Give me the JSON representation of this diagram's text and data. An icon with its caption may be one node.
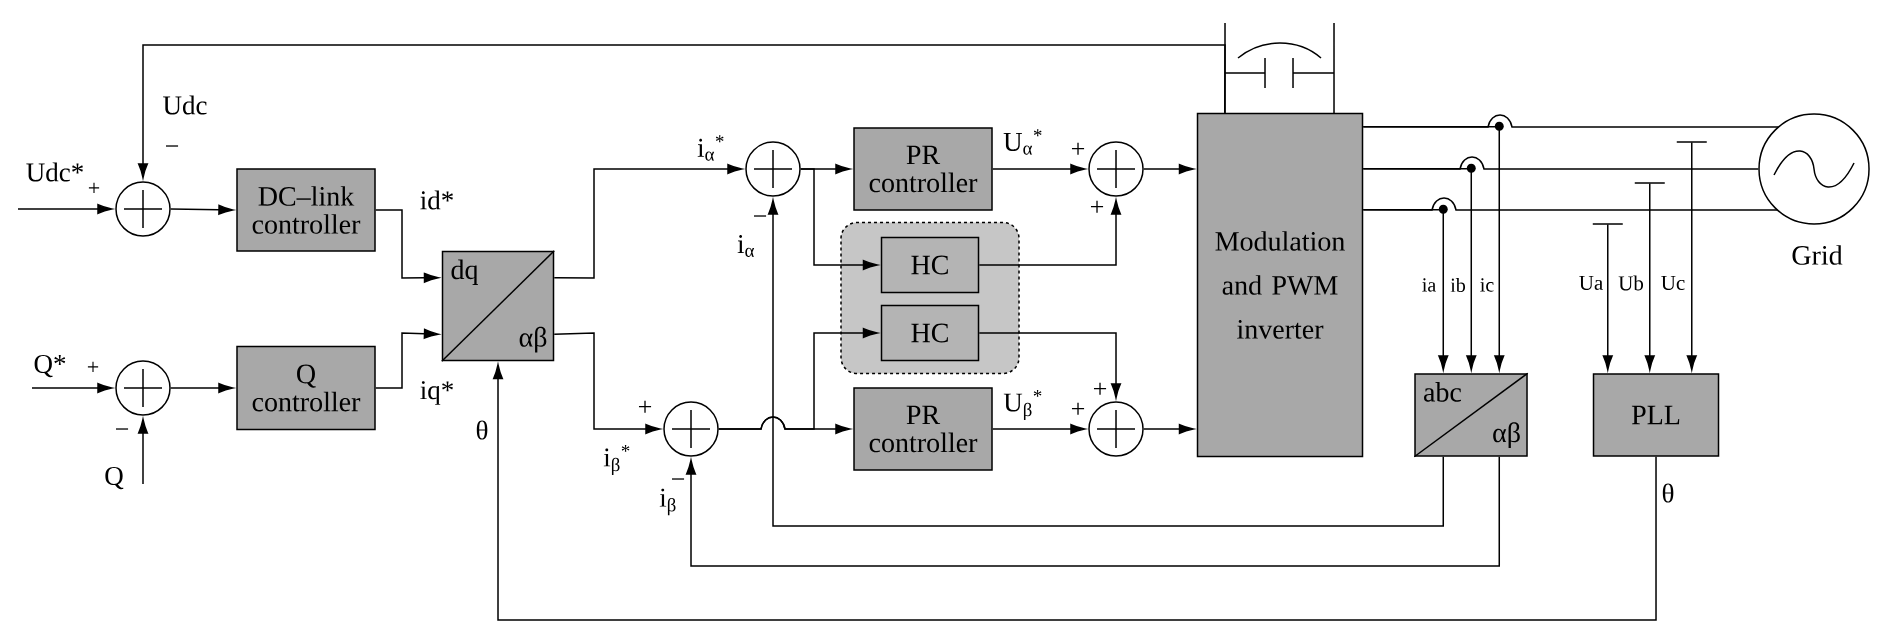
{
  "diagram": {
    "nodes": [
      {
        "text": [],
        "shape": "circle"
      },
      {
        "text": [
          "DC–link controller"
        ]
      },
      {
        "text": [],
        "shape": "circle"
      },
      {
        "text": [
          "Q controller"
        ]
      },
      {
        "text": [
          "dq",
          "αβ"
        ]
      },
      {
        "text": [],
        "shape": "circle"
      },
      {
        "text": [
          "PR controller"
        ]
      },
      {
        "text": [],
        "shape": "box"
      },
      {
        "text": [
          "HC"
        ],
        "in": 7
      },
      {
        "text": [
          "HC"
        ],
        "in": 7
      },
      {
        "text": [],
        "shape": "circle"
      },
      {
        "text": [
          "PR controller"
        ]
      },
      {
        "text": [],
        "shape": "circle"
      },
      {
        "text": [],
        "shape": "circle"
      },
      {
        "text": [
          "Modulation and PWM inverter"
        ]
      },
      {
        "text": [],
        "shape": "circle",
        "beside": [
          "Grid"
        ]
      },
      {
        "text": [
          "abc",
          "αβ"
        ]
      },
      {
        "text": [
          "PLL"
        ]
      }
    ],
    "edges": [
      {
        "from": null,
        "to": 0,
        "arrow": "to",
        "label": "Udc*"
      },
      {
        "from": 14,
        "to": 0,
        "arrow": "to",
        "label": "Udc"
      },
      {
        "from": 0,
        "to": 1,
        "arrow": "to"
      },
      {
        "from": 1,
        "to": 4,
        "arrow": "to",
        "label": "id*"
      },
      {
        "from": null,
        "to": 2,
        "arrow": "to",
        "label": "Q*"
      },
      {
        "from": null,
        "to": 2,
        "arrow": "to",
        "label": "Q"
      },
      {
        "from": 2,
        "to": 3,
        "arrow": "to"
      },
      {
        "from": 3,
        "to": 4,
        "arrow": "to",
        "label": "iq*"
      },
      {
        "from": 4,
        "to": 5,
        "arrow": "to",
        "label": "i$_{α}$$^{*}$"
      },
      {
        "from": 4,
        "to": 10,
        "arrow": "to",
        "label": "i$_{β}$$^{*}$"
      },
      {
        "from": 5,
        "to": 6,
        "arrow": "to"
      },
      {
        "from": 5,
        "to": 8,
        "arrow": "to"
      },
      {
        "from": 10,
        "to": 11,
        "arrow": "to"
      },
      {
        "from": 10,
        "to": 9,
        "arrow": "to"
      },
      {
        "from": 6,
        "to": 12,
        "arrow": "to",
        "label": "U$_{α}$$^{*}$"
      },
      {
        "from": 8,
        "to": 12,
        "arrow": "to"
      },
      {
        "from": 9,
        "to": 13,
        "arrow": "to"
      },
      {
        "from": 11,
        "to": 13,
        "arrow": "to",
        "label": "U$_{β}$$^{*}$"
      },
      {
        "from": 12,
        "to": 14,
        "arrow": "to"
      },
      {
        "from": 13,
        "to": 14,
        "arrow": "to"
      },
      {
        "from": 14,
        "to": 15,
        "arrow": "none"
      },
      {
        "from": 14,
        "to": 15,
        "arrow": "none"
      },
      {
        "from": 14,
        "to": 15,
        "arrow": "none"
      },
      {
        "from": 14,
        "to": 16,
        "arrow": "to",
        "label": "ia"
      },
      {
        "from": 14,
        "to": 16,
        "arrow": "to",
        "label": "ib"
      },
      {
        "from": 14,
        "to": 16,
        "arrow": "to",
        "label": "ic"
      },
      {
        "from": null,
        "to": 17,
        "arrow": "to",
        "label": "Ua"
      },
      {
        "from": null,
        "to": 17,
        "arrow": "to",
        "label": "Ub"
      },
      {
        "from": null,
        "to": 17,
        "arrow": "to",
        "label": "Uc"
      },
      {
        "from": 16,
        "to": 5,
        "arrow": "to",
        "label": "i$_{α}$"
      },
      {
        "from": 16,
        "to": 10,
        "arrow": "to",
        "label": "i$_{β}$"
      },
      {
        "from": 17,
        "to": 4,
        "arrow": "to",
        "label": "θ"
      }
    ],
    "labels": [
      "+",
      "−",
      "+",
      "−",
      "−",
      "+",
      "−",
      "+",
      "+",
      "+",
      "+",
      "θ"
    ]
  }
}
